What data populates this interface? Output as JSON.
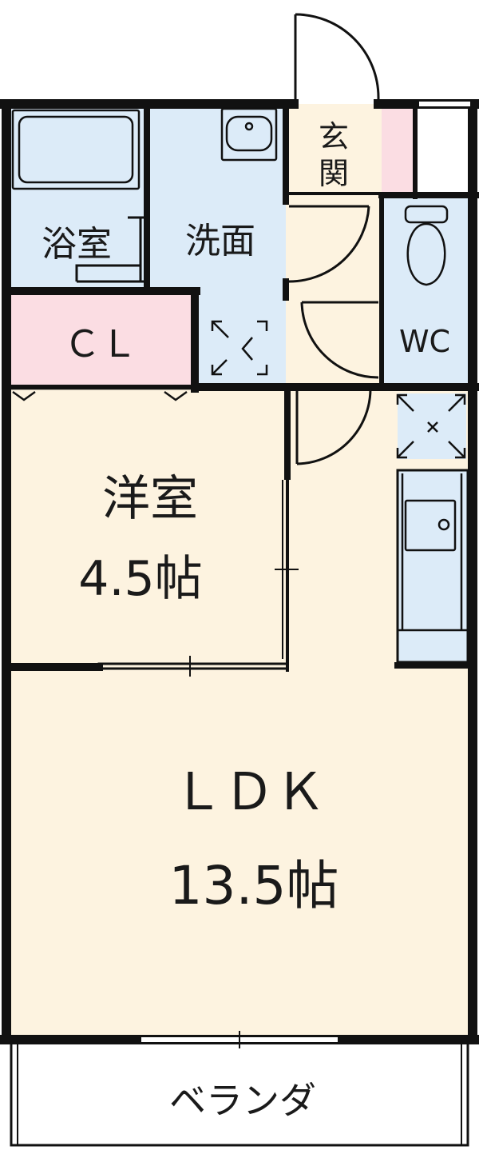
{
  "colors": {
    "wall": "#111111",
    "wet_area": "#dcebf8",
    "closet": "#fbdde3",
    "room": "#fdf3e0",
    "balcony": "#ffffff"
  },
  "rooms": {
    "bath": {
      "label": "浴室"
    },
    "washroom": {
      "label": "洗面"
    },
    "entrance": {
      "label_top": "玄",
      "label_bottom": "関"
    },
    "wc": {
      "label": "WC"
    },
    "closet": {
      "label": "ＣＬ"
    },
    "western_room": {
      "label": "洋室",
      "size": "4.5帖"
    },
    "ldk": {
      "label": "ＬＤＫ",
      "size": "13.5帖"
    },
    "balcony": {
      "label": "ベランダ"
    }
  },
  "fixtures": [
    {
      "name": "bathtub-icon"
    },
    {
      "name": "washbasin-icon"
    },
    {
      "name": "washing-machine-space-icon"
    },
    {
      "name": "toilet-icon"
    },
    {
      "name": "fridge-space-icon"
    },
    {
      "name": "kitchen-sink-icon"
    }
  ]
}
